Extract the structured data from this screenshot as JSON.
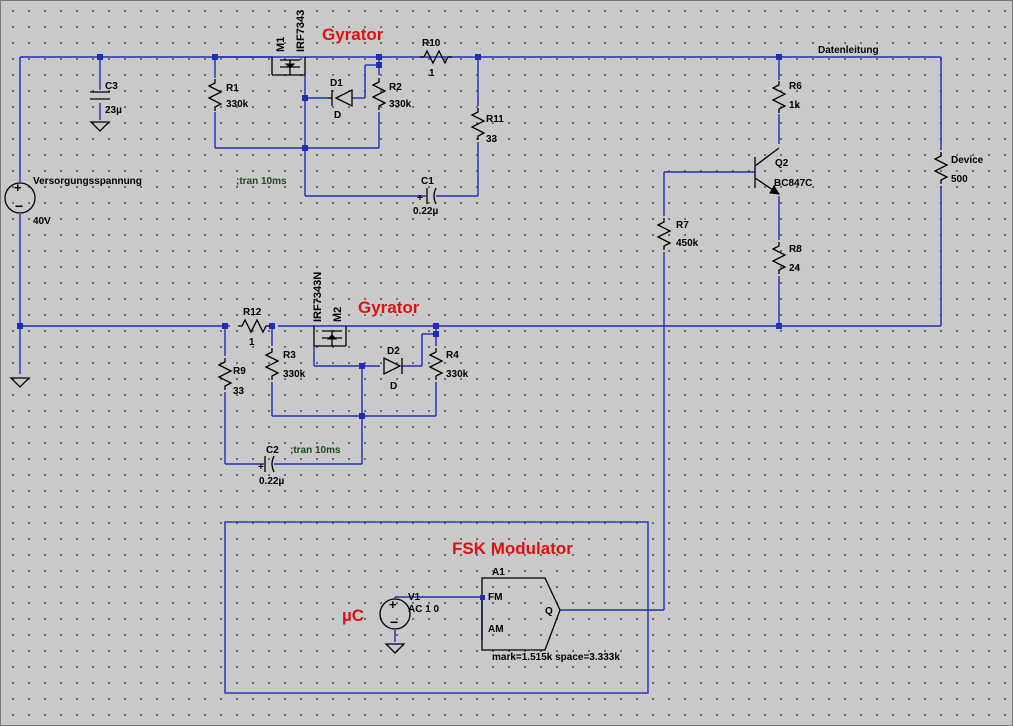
{
  "labels": {
    "net_datenleitung": "Datenleitung",
    "gyrator_1": "Gyrator",
    "gyrator_2": "Gyrator",
    "fsk_title": "FSK Modulator",
    "uc_label": "µC",
    "directive_1": ";tran 10ms",
    "directive_2": ";tran 10ms"
  },
  "components": {
    "C3": {
      "name": "C3",
      "value": "23µ"
    },
    "V_supply": {
      "name": "Versorgungsspannung",
      "value": "40V"
    },
    "R1": {
      "name": "R1",
      "value": "330k"
    },
    "M1": {
      "name": "M1",
      "model": "IRF7343"
    },
    "D1": {
      "name": "D1",
      "model": "D"
    },
    "R2": {
      "name": "R2",
      "value": "330k"
    },
    "R10": {
      "name": "R10",
      "value": "1"
    },
    "R11": {
      "name": "R11",
      "value": "33"
    },
    "C1": {
      "name": "C1",
      "value": "0.22µ"
    },
    "R6": {
      "name": "R6",
      "value": "1k"
    },
    "Q2": {
      "name": "Q2",
      "model": "BC847C"
    },
    "R7": {
      "name": "R7",
      "value": "450k"
    },
    "R8": {
      "name": "R8",
      "value": "24"
    },
    "Device": {
      "name": "Device",
      "value": "500"
    },
    "R12": {
      "name": "R12",
      "value": "1"
    },
    "M2": {
      "name": "M2",
      "model": "IRF7343N"
    },
    "R3": {
      "name": "R3",
      "value": "330k"
    },
    "D2": {
      "name": "D2",
      "model": "D"
    },
    "R4": {
      "name": "R4",
      "value": "330k"
    },
    "R9": {
      "name": "R9",
      "value": "33"
    },
    "C2": {
      "name": "C2",
      "value": "0.22µ"
    },
    "A1": {
      "name": "A1",
      "pin_fm": "FM",
      "pin_am": "AM",
      "pin_q": "Q",
      "params": "mark=1.515k space=3.333k"
    },
    "V1": {
      "name": "V1",
      "value": "AC 1 0"
    }
  },
  "colors": {
    "wire": "#1d2fb4",
    "title_red": "#e01010",
    "directive_green": "#1a4a1a",
    "background": "#c9c9c9"
  }
}
